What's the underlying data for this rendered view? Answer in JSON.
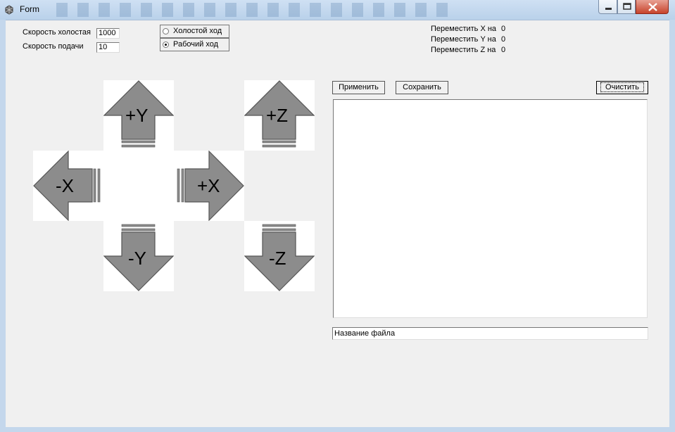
{
  "window": {
    "title": "Form"
  },
  "speed": {
    "idle_label": "Скорость холостая",
    "idle_value": "1000",
    "feed_label": "Скорость подачи",
    "feed_value": "10"
  },
  "mode": {
    "options": [
      {
        "label": "Холостой ход",
        "selected": false
      },
      {
        "label": "Рабочий ход",
        "selected": true
      }
    ]
  },
  "moves": {
    "x_label": "Переместить X на",
    "x_value": "0",
    "y_label": "Переместить Y на",
    "y_value": "0",
    "z_label": "Переместить Z на",
    "z_value": "0"
  },
  "jog": {
    "plus_y": "+Y",
    "minus_y": "-Y",
    "plus_x": "+X",
    "minus_x": "-X",
    "plus_z": "+Z",
    "minus_z": "-Z"
  },
  "toolbar": {
    "apply_label": "Применить",
    "save_label": "Сохранить",
    "clear_label": "Очистить"
  },
  "file": {
    "placeholder": "Название файла"
  },
  "colors": {
    "arrow_fill": "#8c8c8c",
    "arrow_stroke": "#555555",
    "tile_bg": "#ffffff"
  }
}
